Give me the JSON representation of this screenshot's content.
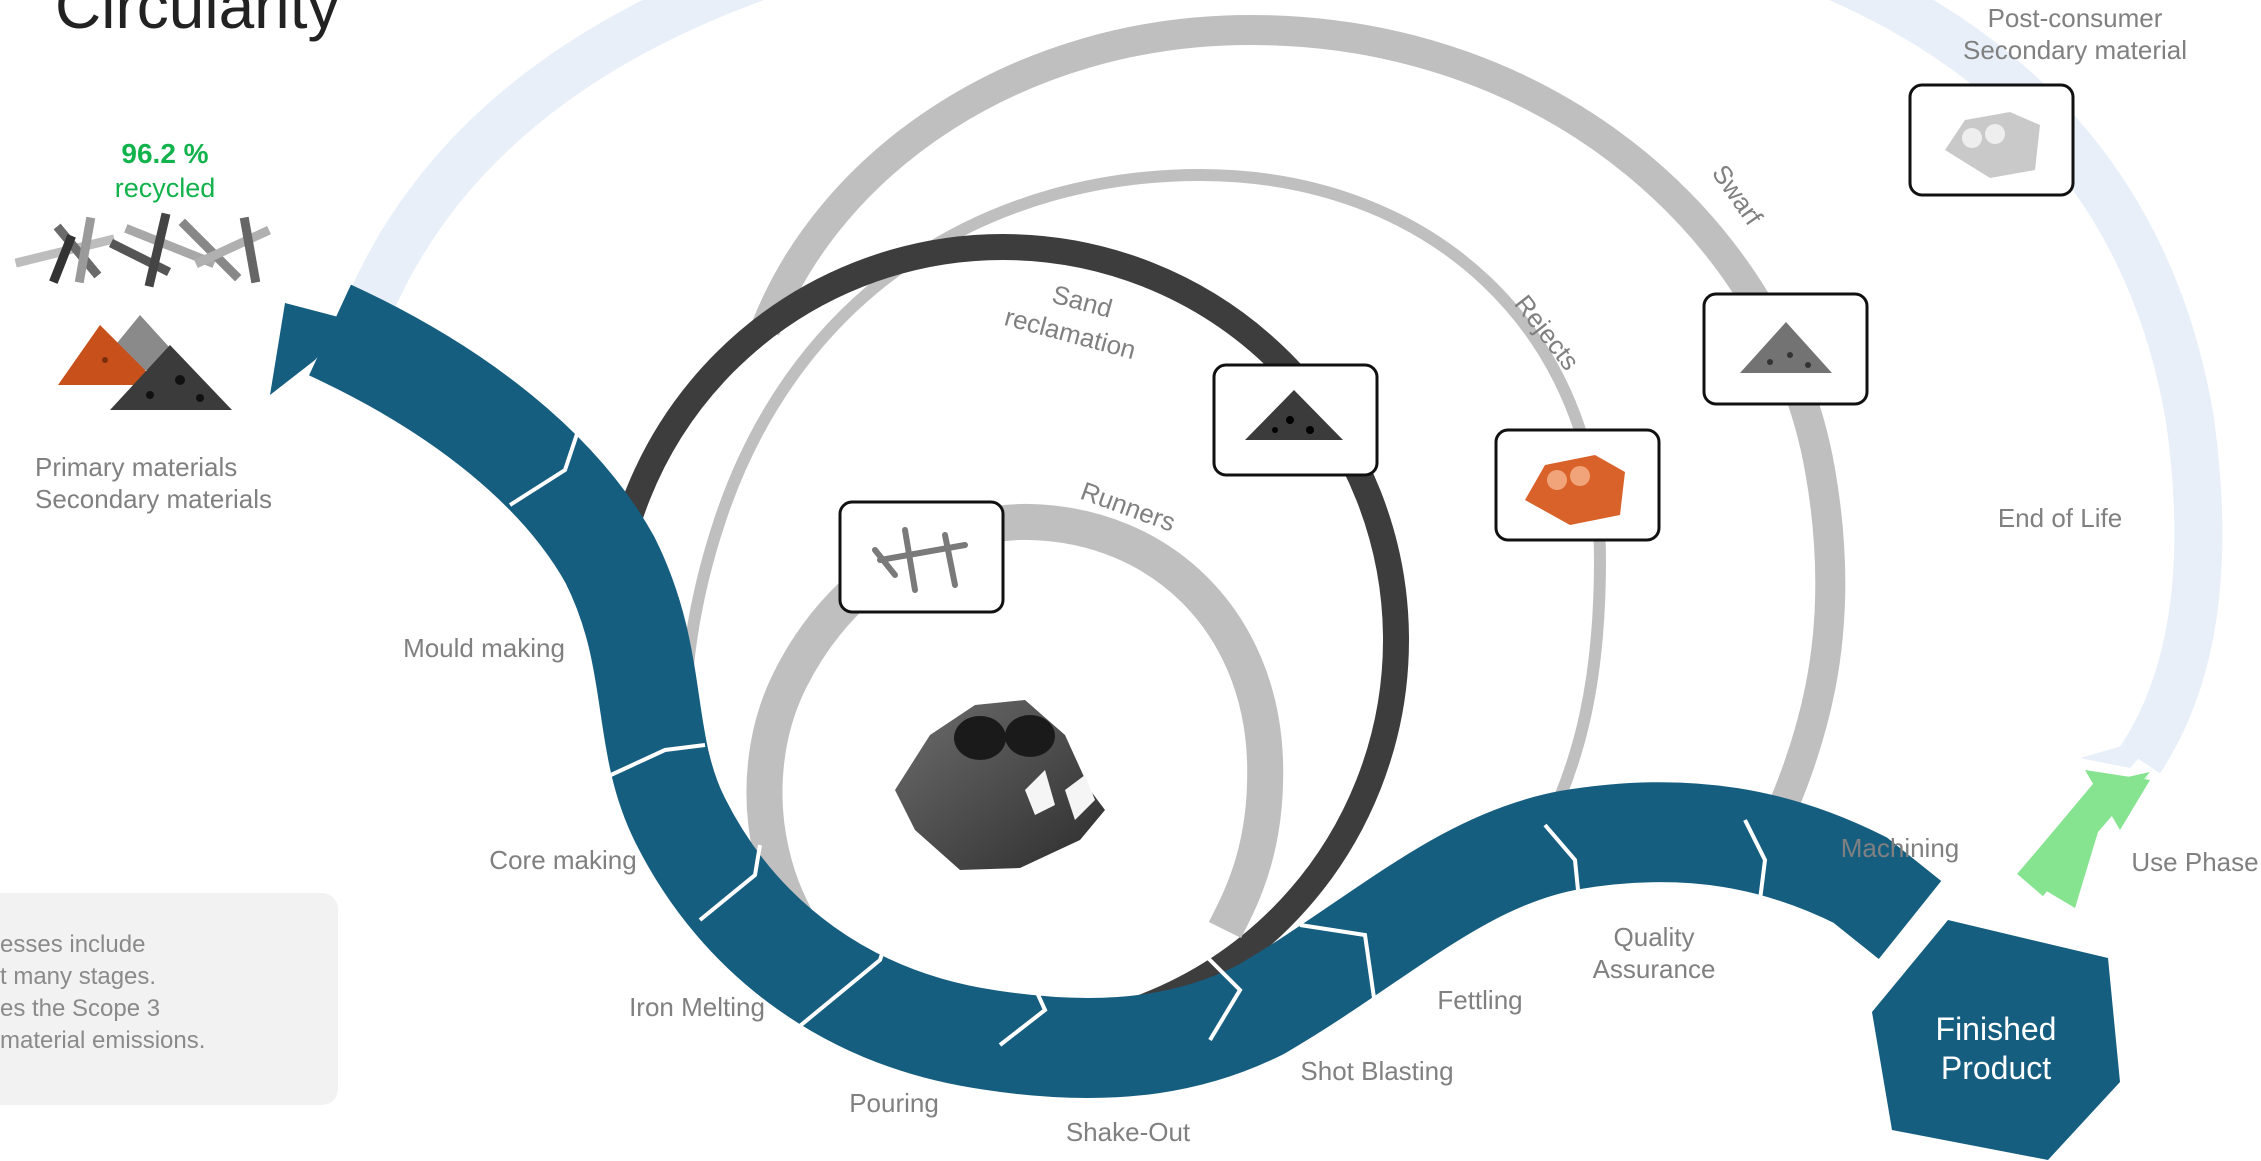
{
  "title": "Circularity",
  "recycled": {
    "percent": "96.2 %",
    "label": "recycled"
  },
  "inputs": {
    "line1": "Primary materials",
    "line2": "Secondary materials"
  },
  "post_consumer": {
    "line1": "Post-consumer",
    "line2": "Secondary material"
  },
  "loops": {
    "swarf": "Swarf",
    "rejects": "Rejects",
    "sand_line1": "Sand",
    "sand_line2": "reclamation",
    "runners": "Runners",
    "end_of_life": "End of Life",
    "use_phase": "Use Phase"
  },
  "steps": {
    "mould_making": "Mould making",
    "core_making": "Core making",
    "iron_melting": "Iron Melting",
    "pouring": "Pouring",
    "shake_out": "Shake-Out",
    "shot_blasting": "Shot Blasting",
    "fettling": "Fettling",
    "quality_line1": "Quality",
    "quality_line2": "Assurance",
    "machining": "Machining"
  },
  "finished": {
    "line1": "Finished",
    "line2": "Product"
  },
  "note": {
    "line1": "esses include",
    "line2": "t many stages.",
    "line3": "es the Scope 3",
    "line4": "material emissions."
  },
  "colors": {
    "process_blue": "#165e80",
    "end_of_life": "#e8eff9",
    "loop_grey": "#bfbfbf",
    "sand_dark": "#3d3d3d",
    "use_phase_green": "#86e38f",
    "recycled_green": "#12b24c"
  },
  "icons": [
    "scrap-metal-icon",
    "material-piles-icon",
    "caliper-icon",
    "sand-pile-icon",
    "runners-icon",
    "swarf-pile-icon"
  ]
}
